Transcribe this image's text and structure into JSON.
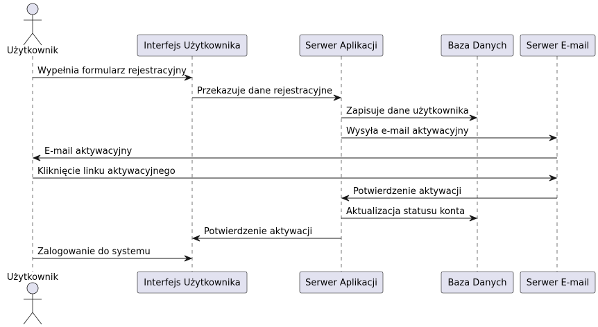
{
  "diagram": {
    "participants": [
      {
        "id": "user",
        "label": "Użytkownik",
        "kind": "actor"
      },
      {
        "id": "ui",
        "label": "Interfejs Użytkownika",
        "kind": "participant"
      },
      {
        "id": "app",
        "label": "Serwer Aplikacji",
        "kind": "participant"
      },
      {
        "id": "db",
        "label": "Baza Danych",
        "kind": "participant"
      },
      {
        "id": "mail",
        "label": "Serwer E-mail",
        "kind": "participant"
      }
    ],
    "messages": [
      {
        "from": "user",
        "to": "ui",
        "label": "Wypełnia formularz rejestracyjny"
      },
      {
        "from": "ui",
        "to": "app",
        "label": "Przekazuje dane rejestracyjne"
      },
      {
        "from": "app",
        "to": "db",
        "label": "Zapisuje dane użytkownika"
      },
      {
        "from": "app",
        "to": "mail",
        "label": "Wysyła e-mail aktywacyjny"
      },
      {
        "from": "mail",
        "to": "user",
        "label": "E-mail aktywacyjny"
      },
      {
        "from": "user",
        "to": "mail",
        "label": "Kliknięcie linku aktywacyjnego"
      },
      {
        "from": "mail",
        "to": "app",
        "label": "Potwierdzenie aktywacji"
      },
      {
        "from": "app",
        "to": "db",
        "label": "Aktualizacja statusu konta"
      },
      {
        "from": "app",
        "to": "ui",
        "label": "Potwierdzenie aktywacji"
      },
      {
        "from": "user",
        "to": "ui",
        "label": "Zalogowanie do systemu"
      }
    ]
  },
  "colors": {
    "participant_fill": "#e2e2f0",
    "line": "#181818"
  }
}
